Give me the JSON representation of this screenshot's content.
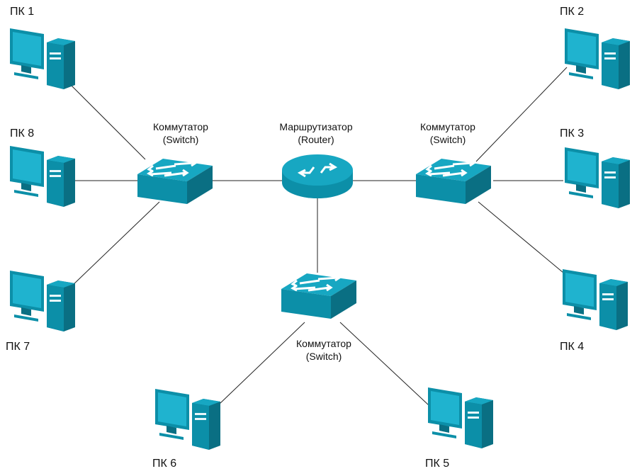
{
  "colors": {
    "device": "#0c8fa8",
    "device_dark": "#0a6f83",
    "device_top": "#17a7c2",
    "screen": "#1fb3cf",
    "line": "#222222"
  },
  "icons": {
    "pc": "desktop-computer-icon",
    "switch": "network-switch-icon",
    "router": "router-icon"
  },
  "router": {
    "name": "Маршрутизатор",
    "sub": "(Router)"
  },
  "switches": [
    {
      "name": "Коммутатор",
      "sub": "(Switch)"
    },
    {
      "name": "Коммутатор",
      "sub": "(Switch)"
    },
    {
      "name": "Коммутатор",
      "sub": "(Switch)"
    }
  ],
  "pcs": [
    "ПК 1",
    "ПК 2",
    "ПК 3",
    "ПК 4",
    "ПК 5",
    "ПК 6",
    "ПК 7",
    "ПК 8"
  ]
}
